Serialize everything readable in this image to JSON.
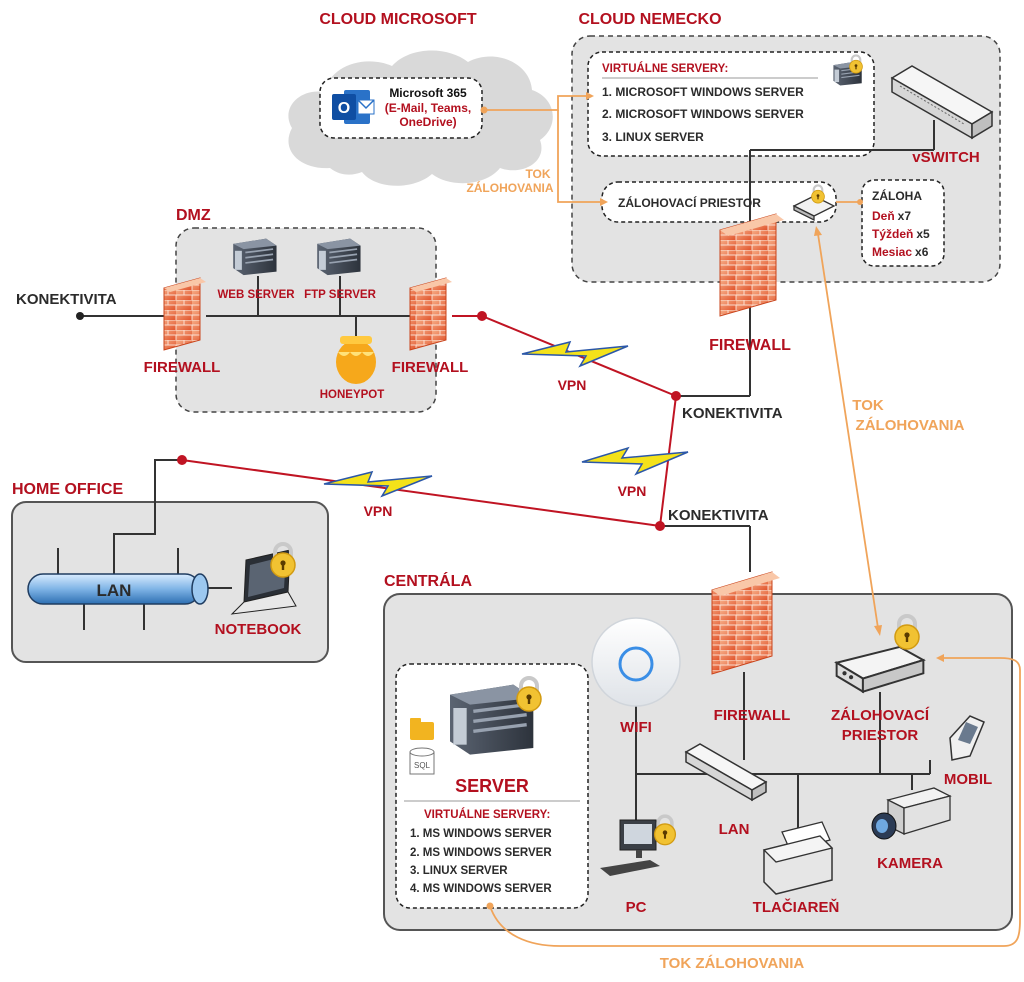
{
  "cloud_microsoft": {
    "title": "CLOUD MICROSOFT",
    "m365_name": "Microsoft 365",
    "m365_line1": "(E-Mail, Teams,",
    "m365_line2": "OneDrive)"
  },
  "cloud_germany": {
    "title": "CLOUD NEMECKO",
    "vservers_title": "VIRTUÁLNE SERVERY:",
    "vservers": [
      "1. MICROSOFT WINDOWS SERVER",
      "2. MICROSOFT WINDOWS SERVER",
      "3. LINUX SERVER"
    ],
    "vswitch": "vSWITCH",
    "backup_space": "ZÁLOHOVACÍ PRIESTOR",
    "retention_title": "ZÁLOHA",
    "retention": [
      {
        "label": "Deň",
        "value": "x7"
      },
      {
        "label": "Týždeň",
        "value": "x5"
      },
      {
        "label": "Mesiac",
        "value": "x6"
      }
    ],
    "firewall": "FIREWALL"
  },
  "backup_flow": {
    "line1": "TOK",
    "line2": "ZÁLOHOVANIA",
    "single": "TOK ZÁLOHOVANIA"
  },
  "dmz": {
    "title": "DMZ",
    "web_server": "WEB SERVER",
    "ftp_server": "FTP SERVER",
    "honeypot": "HONEYPOT",
    "firewall_left": "FIREWALL",
    "firewall_right": "FIREWALL"
  },
  "connectivity": "KONEKTIVITA",
  "vpn": "VPN",
  "home_office": {
    "title": "HOME OFFICE",
    "lan": "LAN",
    "notebook": "NOTEBOOK"
  },
  "central": {
    "title": "CENTRÁLA",
    "server": "SERVER",
    "vservers_title": "VIRTUÁLNE SERVERY:",
    "vservers": [
      "1. MS WINDOWS SERVER",
      "2. MS WINDOWS SERVER",
      "3. LINUX SERVER",
      "4. MS WINDOWS SERVER"
    ],
    "sql_label": "SQL",
    "wifi": "WIFI",
    "firewall": "FIREWALL",
    "backup_line1": "ZÁLOHOVACÍ",
    "backup_line2": "PRIESTOR",
    "mobile": "MOBIL",
    "lan": "LAN",
    "pc": "PC",
    "printer": "TLAČIAREŇ",
    "camera": "KAMERA"
  },
  "colors": {
    "red_text": "#b3101f",
    "orange_flow": "#f0a45a",
    "link_red": "#c01423",
    "zone_gray": "#e3e3e3"
  }
}
